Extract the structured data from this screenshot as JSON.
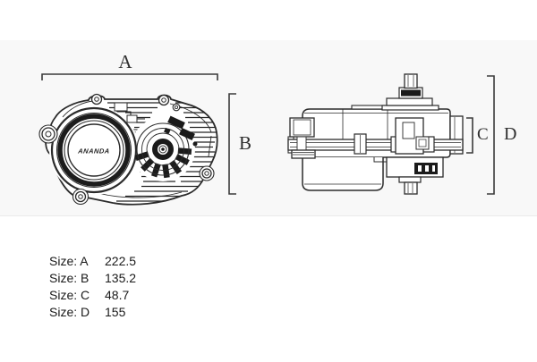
{
  "panel": {
    "background": "#f8f8f8",
    "edge": "#ebebeb"
  },
  "drawing": {
    "stroke_color": "#2b2b2b",
    "dark_fill": "#1b1b1b",
    "dimension_color": "#3a3a3a",
    "labels": {
      "a": "A",
      "b": "B",
      "c": "C",
      "d": "D"
    },
    "logo": "ANANDA"
  },
  "sizes": {
    "rows": [
      {
        "label": "Size: A",
        "value": "222.5"
      },
      {
        "label": "Size: B",
        "value": "135.2"
      },
      {
        "label": "Size: C",
        "value": "48.7"
      },
      {
        "label": "Size: D",
        "value": "155"
      }
    ]
  }
}
